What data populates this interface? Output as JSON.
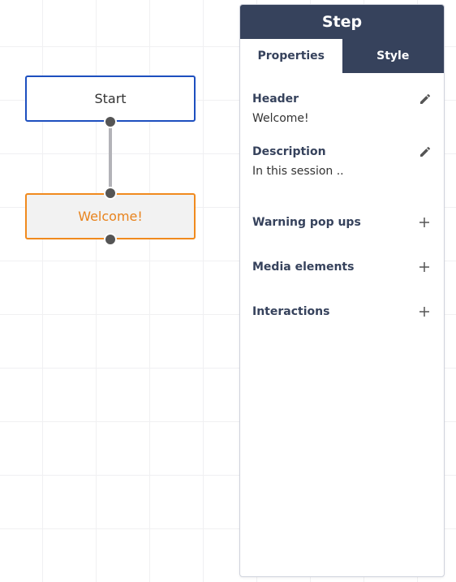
{
  "flow": {
    "nodes": [
      {
        "label": "Start"
      },
      {
        "label": "Welcome!"
      }
    ]
  },
  "panel": {
    "title": "Step",
    "tabs": [
      {
        "label": "Properties",
        "active": true
      },
      {
        "label": "Style",
        "active": false
      }
    ],
    "fields": {
      "header": {
        "label": "Header",
        "value": "Welcome!",
        "icon": "pencil-icon"
      },
      "description": {
        "label": "Description",
        "value": "In this session ..",
        "icon": "pencil-icon"
      }
    },
    "expandables": [
      {
        "label": "Warning pop ups",
        "icon": "plus-icon"
      },
      {
        "label": "Media elements",
        "icon": "plus-icon"
      },
      {
        "label": "Interactions",
        "icon": "plus-icon"
      }
    ]
  },
  "colors": {
    "panel_header": "#36425c",
    "start_border": "#1d4fbf",
    "welcome_border": "#f08a1e",
    "welcome_text": "#e8831d"
  }
}
